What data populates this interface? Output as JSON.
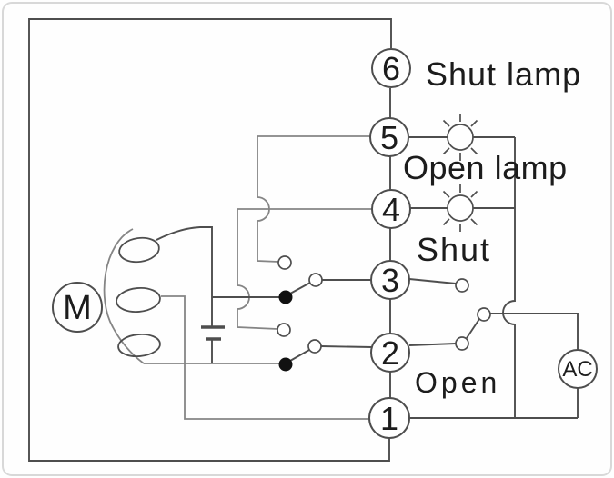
{
  "colors": {
    "background": "#fefefe",
    "frame": "#d8d8d8",
    "line": "#4e4e4e",
    "wire_light": "#858585",
    "text": "#1c1c1c",
    "contact_fill": "#111111",
    "shape_fill": "#ffffff"
  },
  "terminals": [
    {
      "number": "6"
    },
    {
      "number": "5"
    },
    {
      "number": "4"
    },
    {
      "number": "3"
    },
    {
      "number": "2"
    },
    {
      "number": "1"
    }
  ],
  "labels": {
    "shut_lamp": "Shut lamp",
    "open_lamp": "Open lamp",
    "shut": "Shut",
    "open": "Open"
  },
  "components": {
    "motor": "M",
    "ac_source": "AC"
  },
  "icons": {
    "indicator_lamp": "circle-with-rays",
    "capacitor": "two-parallel-plates",
    "closed_contact": "filled-dot",
    "open_contact": "hollow-dot"
  }
}
